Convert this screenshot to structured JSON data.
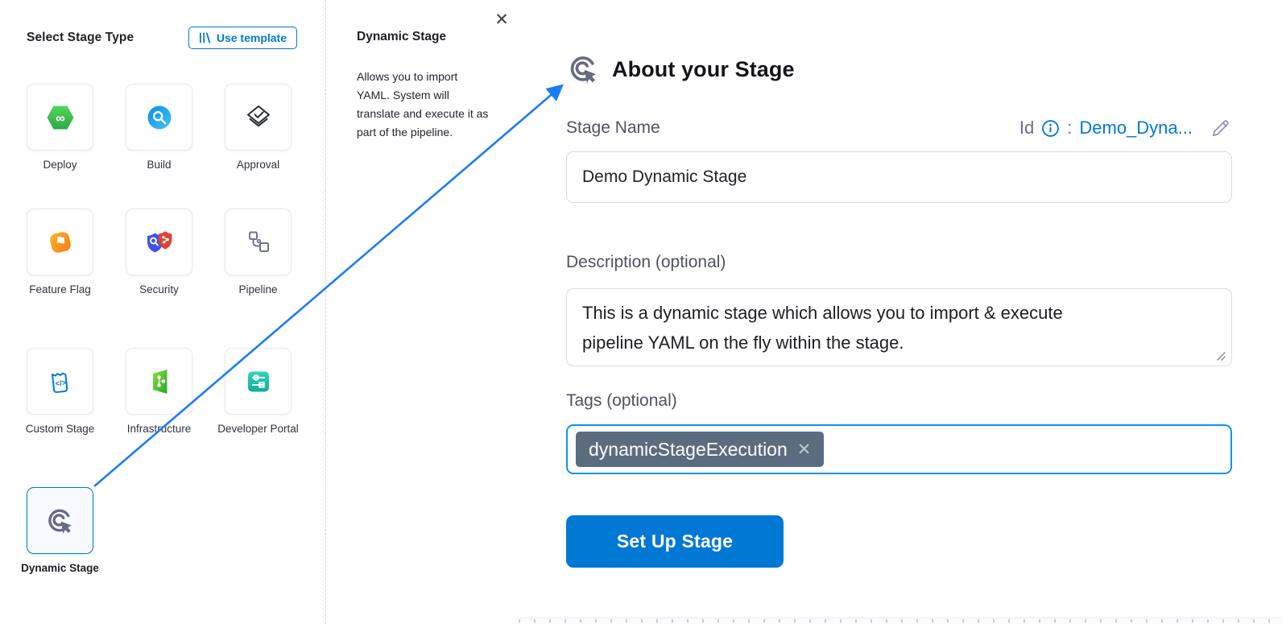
{
  "left_panel": {
    "title": "Select Stage Type",
    "use_template": {
      "label": "Use template"
    },
    "stages": [
      {
        "label": "Deploy"
      },
      {
        "label": "Build"
      },
      {
        "label": "Approval"
      },
      {
        "label": "Feature Flag"
      },
      {
        "label": "Security"
      },
      {
        "label": "Pipeline"
      },
      {
        "label": "Custom Stage"
      },
      {
        "label": "Infrastructure"
      },
      {
        "label": "Developer Portal"
      },
      {
        "label": "Dynamic Stage",
        "selected": true
      }
    ]
  },
  "info_panel": {
    "title": "Dynamic Stage",
    "description": "Allows you to import YAML. System will translate and execute it as part of the pipeline.",
    "close_glyph": "✕"
  },
  "about_panel": {
    "title": "About your Stage",
    "name_label": "Stage Name",
    "id_label": "Id",
    "id_colon": ":",
    "id_value": "Demo_Dyna...",
    "name_value": "Demo Dynamic Stage",
    "description_label": "Description (optional)",
    "description_value": "This is a dynamic stage which allows you to import & execute pipeline YAML on the fly within the stage.",
    "tags_label": "Tags (optional)",
    "tags": [
      {
        "label": "dynamicStageExecution",
        "remove_glyph": "✕"
      }
    ],
    "submit_label": "Set Up Stage"
  },
  "colors": {
    "accent": "#0278d5",
    "arrow": "#1b7df5",
    "tag_chip": "#5b6c7f",
    "focus_border": "#0b93ef"
  }
}
